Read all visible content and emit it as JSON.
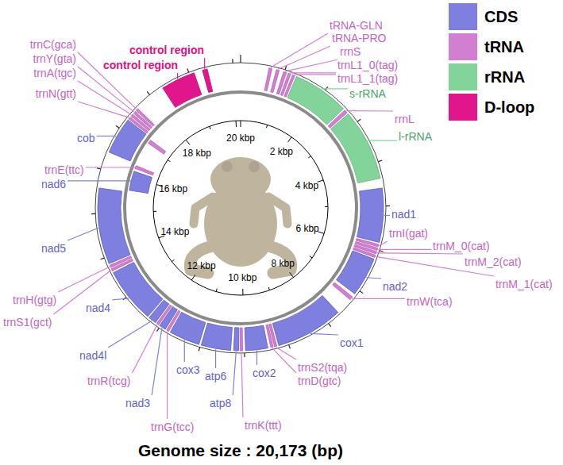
{
  "diagram": {
    "caption": "Genome size : 20,173 (bp)",
    "labels": [
      "control region",
      "control region",
      "tRNA-GLN",
      "tRNA-PRO",
      "rrnS",
      "trnL1_0(tag)",
      "trnL1_1(tag)",
      "s-rRNA",
      "rrnL",
      "l-rRNA",
      "nad1",
      "trnI(gat)",
      "trnM_0(cat)",
      "trnM_2(cat)",
      "trnM_1(cat)",
      "nad2",
      "trnW(tca)",
      "cox1",
      "trnS2(tqa)",
      "trnD(gtc)",
      "cox2",
      "atp8",
      "trnK(ttt)",
      "atp6",
      "cox3",
      "trnG(tcc)",
      "nad3",
      "trnR(tcg)",
      "nad4l",
      "nad4",
      "trnH(gtg)",
      "trnS1(gct)",
      "nad5",
      "nad6",
      "trnE(ttc)",
      "cob",
      "trnA(tgc)",
      "trnN(gtt)",
      "trnC(gca)",
      "trnY(gta)",
      "20 kbp",
      "2 kbp",
      "4 kbp",
      "6 kbp",
      "8 kbp",
      "10 kbp",
      "12 kbp",
      "14 kbp",
      "16 kbp",
      "18 kbp"
    ],
    "legend": [
      {
        "text": "CDS",
        "color": "#7f7fe0"
      },
      {
        "text": "tRNA",
        "color": "#d27fd2"
      },
      {
        "text": "rRNA",
        "color": "#82d49b"
      },
      {
        "text": "D-loop",
        "color": "#e2168c"
      }
    ]
  }
}
